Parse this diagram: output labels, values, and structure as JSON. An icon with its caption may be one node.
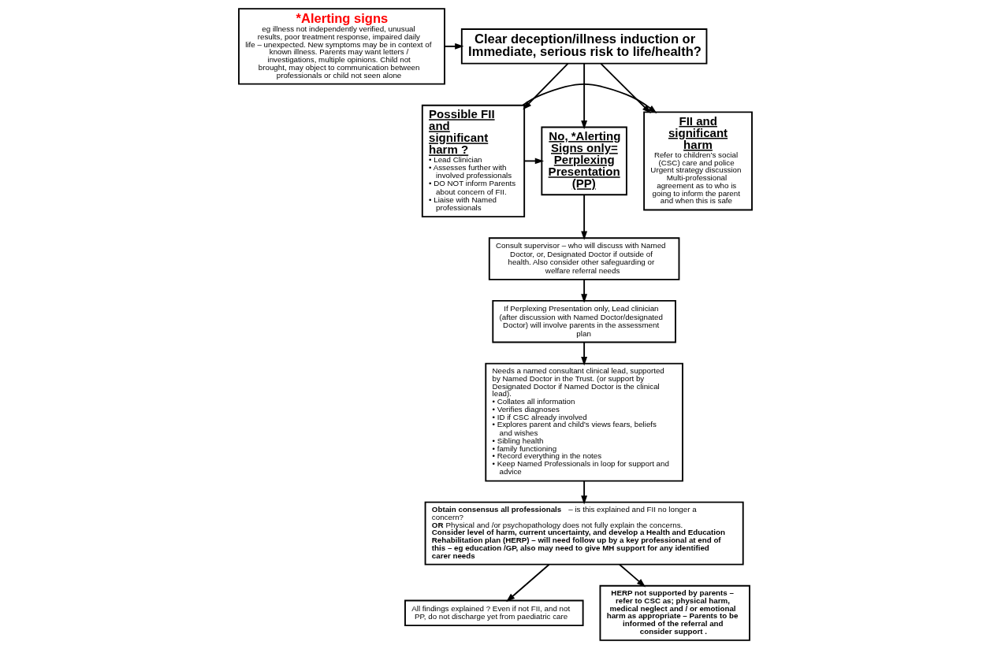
{
  "diagram": {
    "nodes": [
      {
        "text": [
          "Clear deception/illness induction or Immediate, serious risk to life/health?"
        ]
      },
      {
        "text": [
          "*Alerting signs",
          "eg illness not independently verified, unusual results, poor treatment response, impaired daily life – unexpected. New symptoms may be in context of known illness. Parents may want letters / investigations, multiple opinions. Child not brought, may object to communication between professionals or child not seen alone"
        ]
      },
      {
        "text": [
          "FII and significant harm",
          "Refer to children’s social (CSC) care and police",
          "Urgent strategy discussion Multi-professional agreement as to who is going to inform the parent and when this is safe"
        ]
      },
      {
        "text": [
          "Possible FII and significant harm ?",
          "• Lead Clinician",
          "• Assesses further with involved professionals",
          "• DO NOT inform Parents about concern of FII.",
          "• Liaise with Named professionals"
        ]
      },
      {
        "text": [
          "No, *Alerting Signs only= Perplexing Presentation (PP)"
        ]
      },
      {
        "text": [
          "Consult supervisor – who will discuss with Named Doctor, or, Designated Doctor if outside of health. Also consider other safeguarding or welfare referral needs"
        ]
      },
      {
        "text": [
          "Needs a named consultant clinical lead, supported by Named Doctor in the Trust. (or support by Designated Doctor if Named Doctor is the clinical lead).",
          "• Collates all information",
          "• Verifies diagnoses",
          "• ID if CSC already involved",
          "• Explores parent and child’s views fears, beliefs and wishes",
          "• Sibling health",
          "• family functioning",
          "• Record everything in the notes",
          "• Keep Named Professionals in loop for support and advice"
        ]
      },
      {
        "text": [
          "If Perplexing Presentation only, Lead clinician (after discussion with Named Doctor/designated Doctor) will involve parents in the assessment plan"
        ]
      },
      {
        "text": [
          "All findings explained ? Even if not FII, and not PP, do not discharge yet from paediatric care"
        ]
      },
      {
        "text": [
          "**Obtain consensus all professionals** – is this explained and FII no longer a concern?",
          "**OR** Physical and /or psychopathology does not fully explain the concerns.",
          "Consider level of harm, current uncertainty, and develop a Health and Education Rehabilitation plan (HERP) – will need follow up by a key professional at end of this – eg education /GP, also may need to give MH support for any identified carer needs"
        ]
      },
      {
        "text": [
          "HERP not supported by parents – refer to CSC as; physical harm, medical neglect and / or emotional harm as appropriate – Parents to be informed of the referral and consider support ."
        ]
      }
    ],
    "edges": [
      {
        "from": 1,
        "to": 0,
        "arrow": "to"
      },
      {
        "from": 0,
        "to": 2,
        "arrow": "to"
      },
      {
        "from": 0,
        "to": 3,
        "arrow": "to"
      },
      {
        "from": 0,
        "to": 4,
        "arrow": "to"
      },
      {
        "from": 3,
        "to": 4,
        "arrow": "to"
      },
      {
        "from": 3,
        "to": 2,
        "arrow": "to"
      },
      {
        "from": 4,
        "to": 5,
        "arrow": "to"
      },
      {
        "from": 5,
        "to": 7,
        "arrow": "to"
      },
      {
        "from": 7,
        "to": 6,
        "arrow": "to"
      },
      {
        "from": 6,
        "to": 9,
        "arrow": "to"
      },
      {
        "from": 9,
        "to": 8,
        "arrow": "to"
      },
      {
        "from": 9,
        "to": 10,
        "arrow": "to"
      }
    ]
  }
}
